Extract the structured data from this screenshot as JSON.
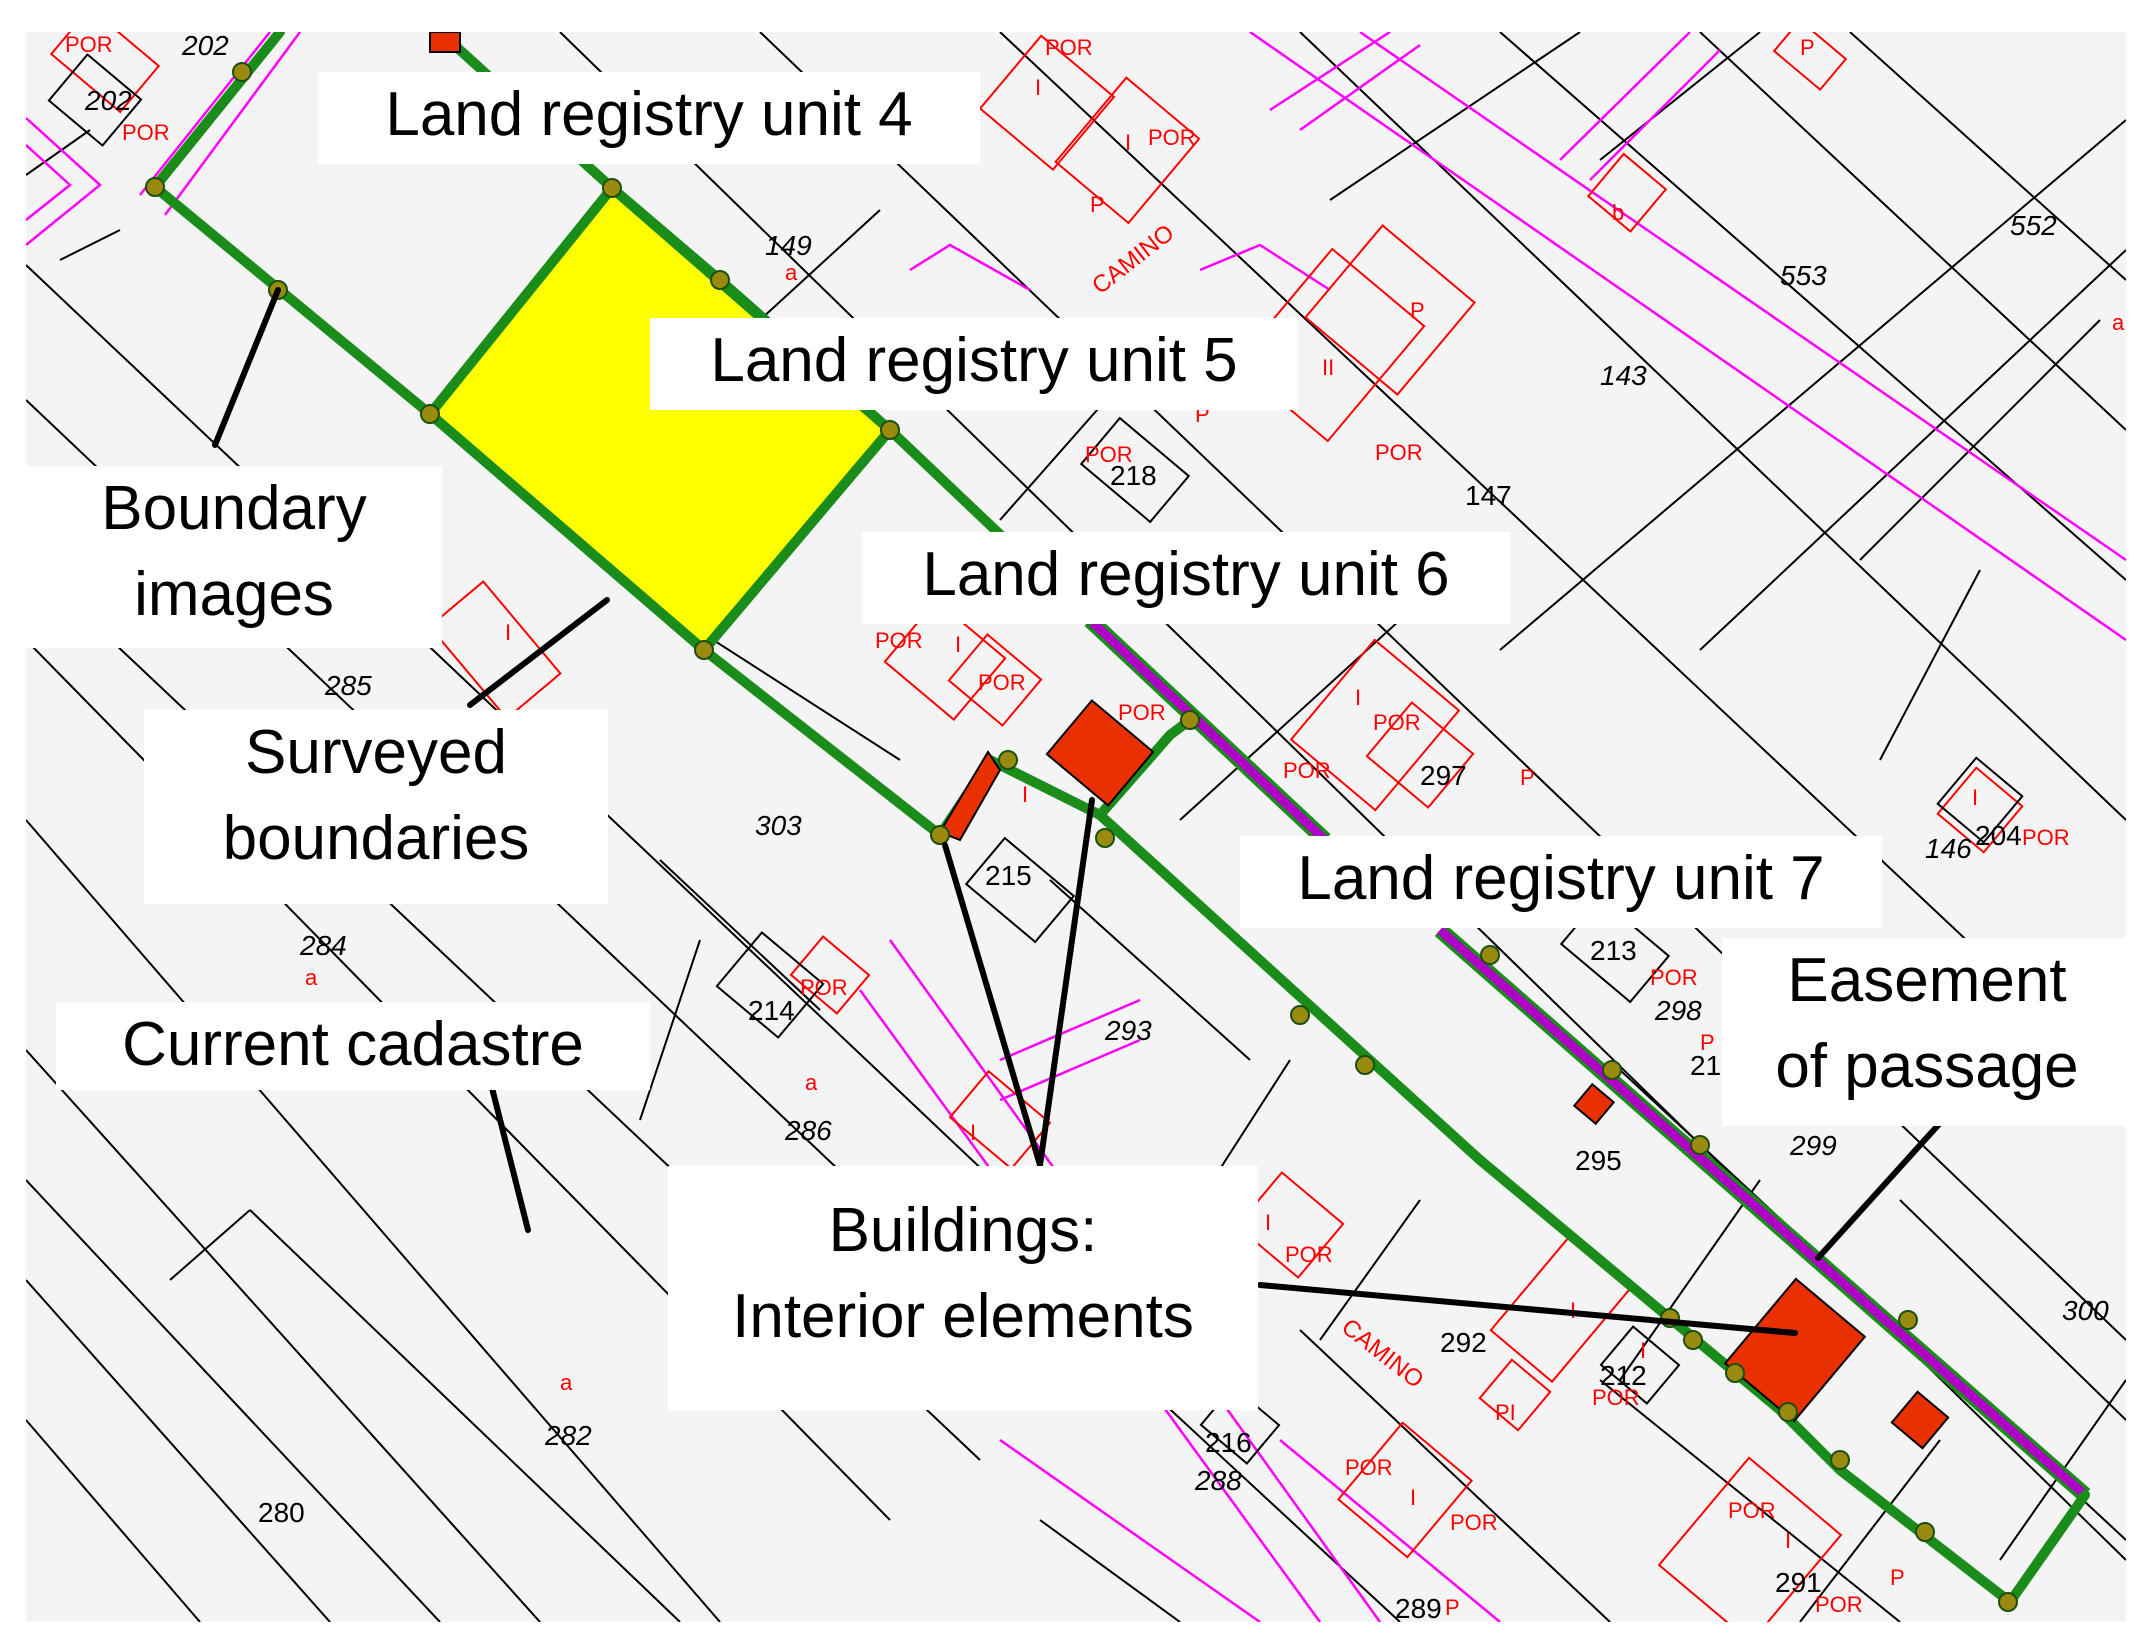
{
  "figure": {
    "labels": {
      "unit4": "Land registry unit 4",
      "unit5": "Land registry unit 5",
      "unit6": "Land registry unit 6",
      "unit7": "Land registry unit 7",
      "boundary_images_1": "Boundary",
      "boundary_images_2": "images",
      "surveyed_1": "Surveyed",
      "surveyed_2": "boundaries",
      "cadastre": "Current cadastre",
      "buildings_1": "Buildings:",
      "buildings_2": "Interior elements",
      "easement_1": "Easement",
      "easement_2": "of passage"
    },
    "parcel_numbers": [
      "202",
      "202",
      "149",
      "553",
      "552",
      "143",
      "147",
      "218",
      "285",
      "303",
      "297",
      "215",
      "204",
      "146",
      "284",
      "214",
      "293",
      "213",
      "298",
      "21",
      "286",
      "295",
      "299",
      "300",
      "292",
      "212",
      "216",
      "288",
      "282",
      "280",
      "289",
      "291"
    ],
    "building_codes": [
      "POR",
      "I",
      "P",
      "II",
      "PI",
      "a",
      "b"
    ],
    "road_name": "CAMINO",
    "colors": {
      "background": "#f4f4f4",
      "cadastre_lines": "#000000",
      "road_lines": "#ff00ff",
      "building_outline": "#ff0000",
      "surveyed_boundary": "#1a8c1a",
      "boundary_point": "#9a8a10",
      "selected_unit_fill": "#ffff00",
      "interior_building_fill": "#e83000",
      "easement": "#b000c8"
    }
  }
}
